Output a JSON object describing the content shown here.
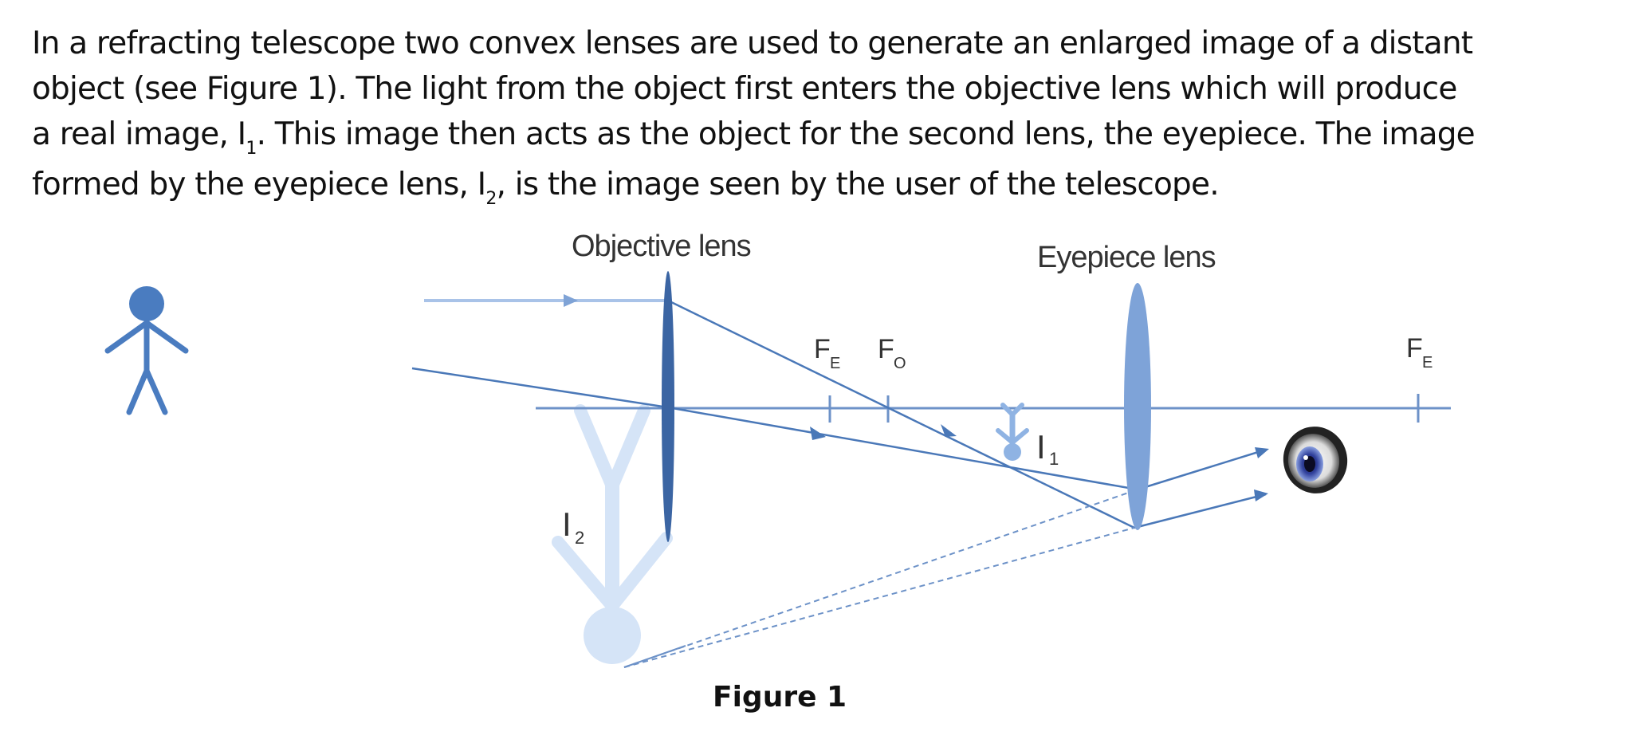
{
  "paragraph": {
    "line1": "In a refracting telescope two convex lenses are used to generate an enlarged image of a distant",
    "line2": "object (see Figure 1).  The light from the object first enters the objective lens which will produce",
    "line3a": "a real image, I",
    "line3_sub": "1",
    "line3b": ". This image then acts as the object for the second lens, the eyepiece. The image",
    "line4a": "formed by the eyepiece lens, I",
    "line4_sub": "2",
    "line4b": ", is the image seen by the user of the telescope."
  },
  "diagram": {
    "objective_label": "Objective lens",
    "eyepiece_label": "Eyepiece lens",
    "focal_labels": {
      "fe_left_main": "F",
      "fe_left_sub": "E",
      "fo_main": "F",
      "fo_sub": "O",
      "fe_right_main": "F",
      "fe_right_sub": "E"
    },
    "image1_main": "I",
    "image1_sub": "1",
    "image2_main": "I",
    "image2_sub": "2",
    "icons": [
      "stick-figure-object-icon",
      "eye-icon"
    ],
    "colors": {
      "ray": "#4a78b8",
      "objective_lens": "#3b65a3",
      "eyepiece_lens": "#7ea3d8",
      "image1": "#8fb3e3",
      "image2": "#d5e4f7",
      "object_figure": "#4a7cc0"
    }
  },
  "caption": "Figure 1"
}
